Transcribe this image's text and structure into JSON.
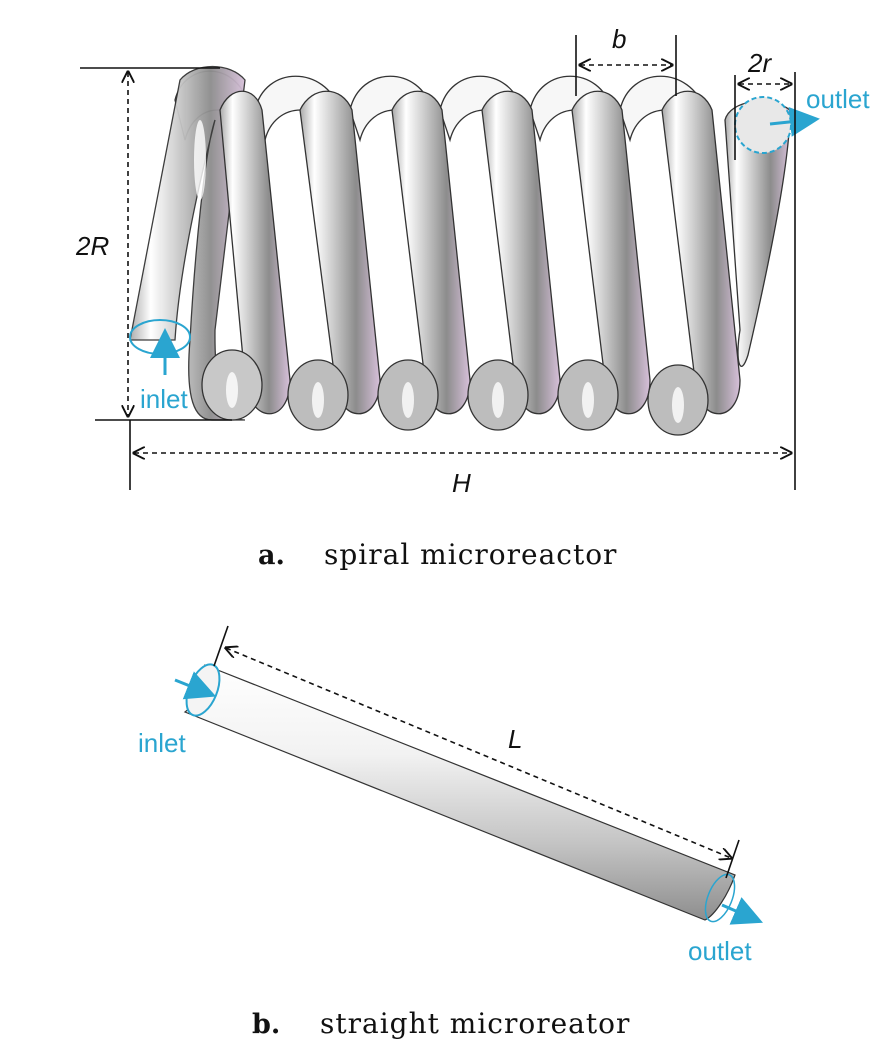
{
  "colors": {
    "flow": "#2aa5d0",
    "tube_dark": "#9a9a9a",
    "tube_tint": "#d9b8dd",
    "outline": "#222222"
  },
  "spiral": {
    "labels": {
      "pitch": "b",
      "tube_diameter": "2r",
      "coil_diameter": "2R",
      "height": "H",
      "inlet": "inlet",
      "outlet": "outlet"
    },
    "caption": {
      "letter": "a.",
      "text": "spiral microreactor"
    }
  },
  "straight": {
    "labels": {
      "length": "L",
      "inlet": "inlet",
      "outlet": "outlet"
    },
    "caption": {
      "letter": "b.",
      "text": "straight microreator"
    }
  }
}
